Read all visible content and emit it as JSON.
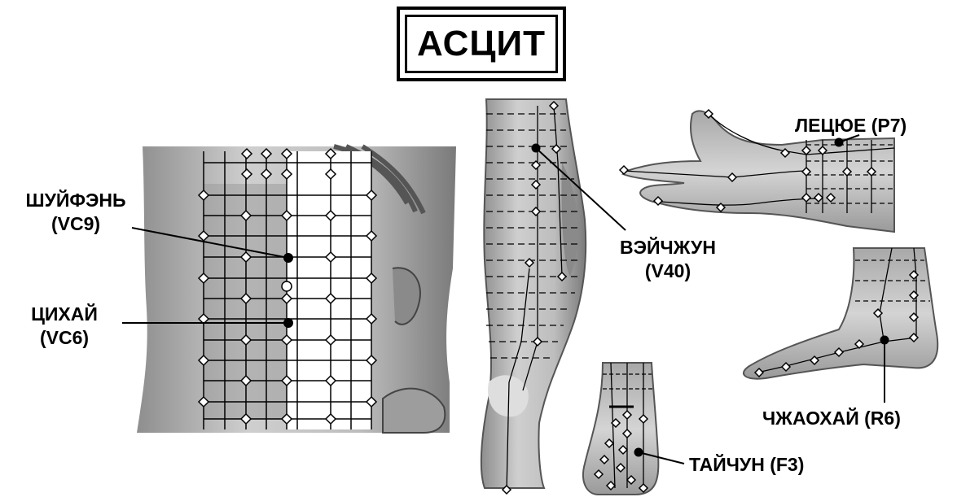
{
  "title": "АСЦИТ",
  "colors": {
    "ink": "#000000",
    "skin": "#b9b9b9",
    "background": "#ffffff"
  },
  "labels": {
    "shuifen": {
      "name": "ШУЙФЭНЬ",
      "code": "(VC9)"
    },
    "cihai": {
      "name": "ЦИХАЙ",
      "code": "(VC6)"
    },
    "weizhong": {
      "name": "ВЭЙЧЖУН",
      "code": "(V40)"
    },
    "lieque": {
      "name": "ЛЕЦЮЕ (P7)"
    },
    "zhaohai": {
      "name": "ЧЖАОХАЙ (R6)"
    },
    "taichong": {
      "name": "ТАЙЧУН (F3)"
    }
  }
}
